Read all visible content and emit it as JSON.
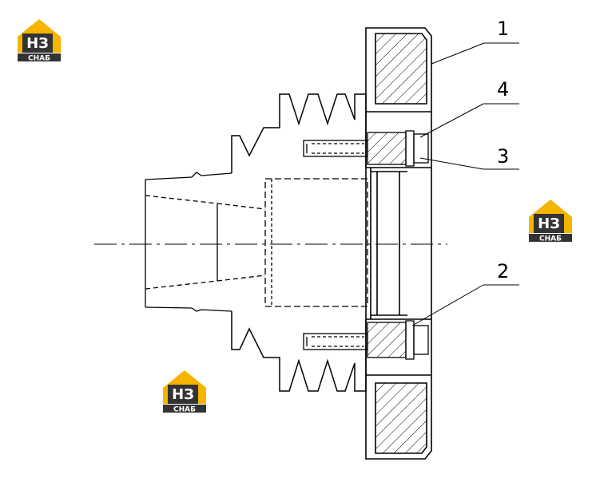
{
  "drawing": {
    "callouts": [
      {
        "id": "1",
        "label": "1"
      },
      {
        "id": "4",
        "label": "4"
      },
      {
        "id": "3",
        "label": "3"
      },
      {
        "id": "2",
        "label": "2"
      }
    ]
  },
  "watermark": {
    "text_top": "НЗ",
    "text_bottom": "СНАБ",
    "colors": {
      "accent": "#F5B400",
      "dark": "#333333",
      "light": "#ffffff"
    }
  }
}
